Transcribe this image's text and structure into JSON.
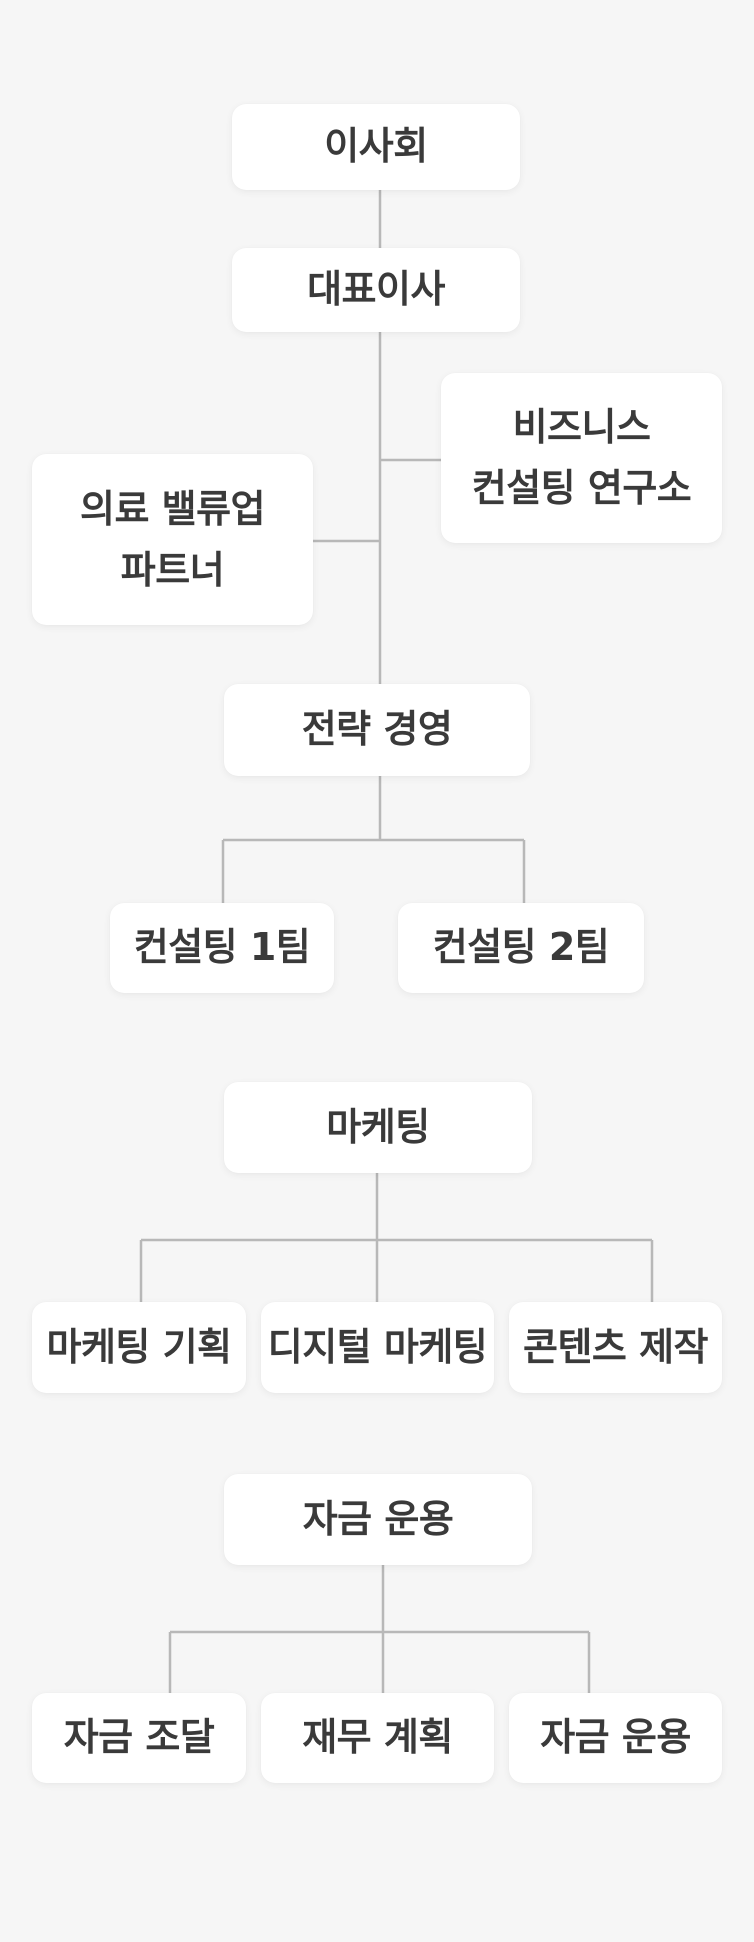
{
  "board": {
    "label": "이사회"
  },
  "ceo": {
    "label": "대표이사"
  },
  "research_lab": {
    "label": "비즈니스\n컨설팅 연구소"
  },
  "medical_partner": {
    "label": "의료 밸류업\n파트너"
  },
  "strategy": {
    "label": "전략 경영",
    "teams": [
      {
        "label": "컨설팅 1팀"
      },
      {
        "label": "컨설팅 2팀"
      }
    ]
  },
  "marketing": {
    "label": "마케팅",
    "teams": [
      {
        "label": "마케팅 기획"
      },
      {
        "label": "디지털 마케팅"
      },
      {
        "label": "콘텐츠 제작"
      }
    ]
  },
  "finance": {
    "label": "자금 운용",
    "teams": [
      {
        "label": "자금 조달"
      },
      {
        "label": "재무 계획"
      },
      {
        "label": "자금 운용"
      }
    ]
  },
  "colors": {
    "background": "#f6f6f6",
    "node_fill": "#ffffff",
    "connector": "#b8b8b8",
    "text": "#3a3a3a"
  }
}
